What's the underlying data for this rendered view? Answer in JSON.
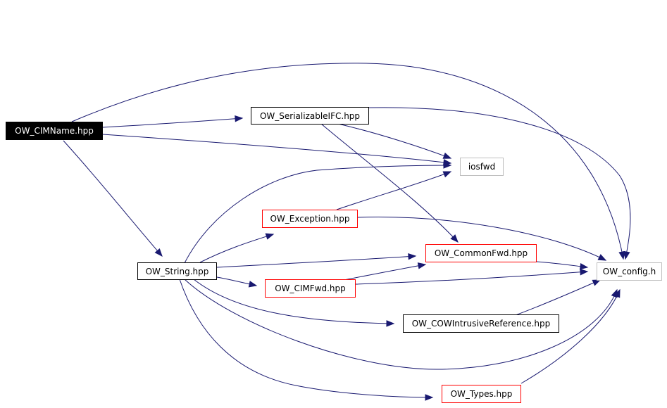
{
  "graph": {
    "nodes": {
      "cimname": {
        "label": "OW_CIMName.hpp",
        "style": "root"
      },
      "serializable": {
        "label": "OW_SerializableIFC.hpp",
        "style": "linked"
      },
      "iosfwd": {
        "label": "iosfwd",
        "style": "external"
      },
      "exception": {
        "label": "OW_Exception.hpp",
        "style": "truncated"
      },
      "string": {
        "label": "OW_String.hpp",
        "style": "linked"
      },
      "commonfwd": {
        "label": "OW_CommonFwd.hpp",
        "style": "truncated"
      },
      "cimfwd": {
        "label": "OW_CIMFwd.hpp",
        "style": "truncated"
      },
      "config": {
        "label": "OW_config.h",
        "style": "external"
      },
      "cow": {
        "label": "OW_COWIntrusiveReference.hpp",
        "style": "linked"
      },
      "types": {
        "label": "OW_Types.hpp",
        "style": "truncated"
      }
    },
    "edges": [
      {
        "from": "OW_CIMName.hpp",
        "to": "OW_config.h"
      },
      {
        "from": "OW_CIMName.hpp",
        "to": "OW_SerializableIFC.hpp"
      },
      {
        "from": "OW_CIMName.hpp",
        "to": "iosfwd"
      },
      {
        "from": "OW_CIMName.hpp",
        "to": "OW_String.hpp"
      },
      {
        "from": "OW_SerializableIFC.hpp",
        "to": "OW_config.h"
      },
      {
        "from": "OW_SerializableIFC.hpp",
        "to": "iosfwd"
      },
      {
        "from": "OW_SerializableIFC.hpp",
        "to": "OW_CommonFwd.hpp"
      },
      {
        "from": "OW_String.hpp",
        "to": "iosfwd"
      },
      {
        "from": "OW_String.hpp",
        "to": "OW_Exception.hpp"
      },
      {
        "from": "OW_String.hpp",
        "to": "OW_CommonFwd.hpp"
      },
      {
        "from": "OW_String.hpp",
        "to": "OW_CIMFwd.hpp"
      },
      {
        "from": "OW_String.hpp",
        "to": "OW_COWIntrusiveReference.hpp"
      },
      {
        "from": "OW_String.hpp",
        "to": "OW_config.h"
      },
      {
        "from": "OW_String.hpp",
        "to": "OW_Types.hpp"
      },
      {
        "from": "OW_Exception.hpp",
        "to": "iosfwd"
      },
      {
        "from": "OW_Exception.hpp",
        "to": "OW_config.h"
      },
      {
        "from": "OW_CommonFwd.hpp",
        "to": "OW_config.h"
      },
      {
        "from": "OW_CIMFwd.hpp",
        "to": "OW_CommonFwd.hpp"
      },
      {
        "from": "OW_CIMFwd.hpp",
        "to": "OW_config.h"
      },
      {
        "from": "OW_COWIntrusiveReference.hpp",
        "to": "OW_config.h"
      },
      {
        "from": "OW_Types.hpp",
        "to": "OW_config.h"
      }
    ]
  },
  "colors": {
    "edge": "#191970",
    "root_fill": "#000000",
    "root_text": "#ffffff",
    "truncated_border": "#ff0000",
    "external_border": "#bfbfbf",
    "linked_border": "#000000"
  }
}
